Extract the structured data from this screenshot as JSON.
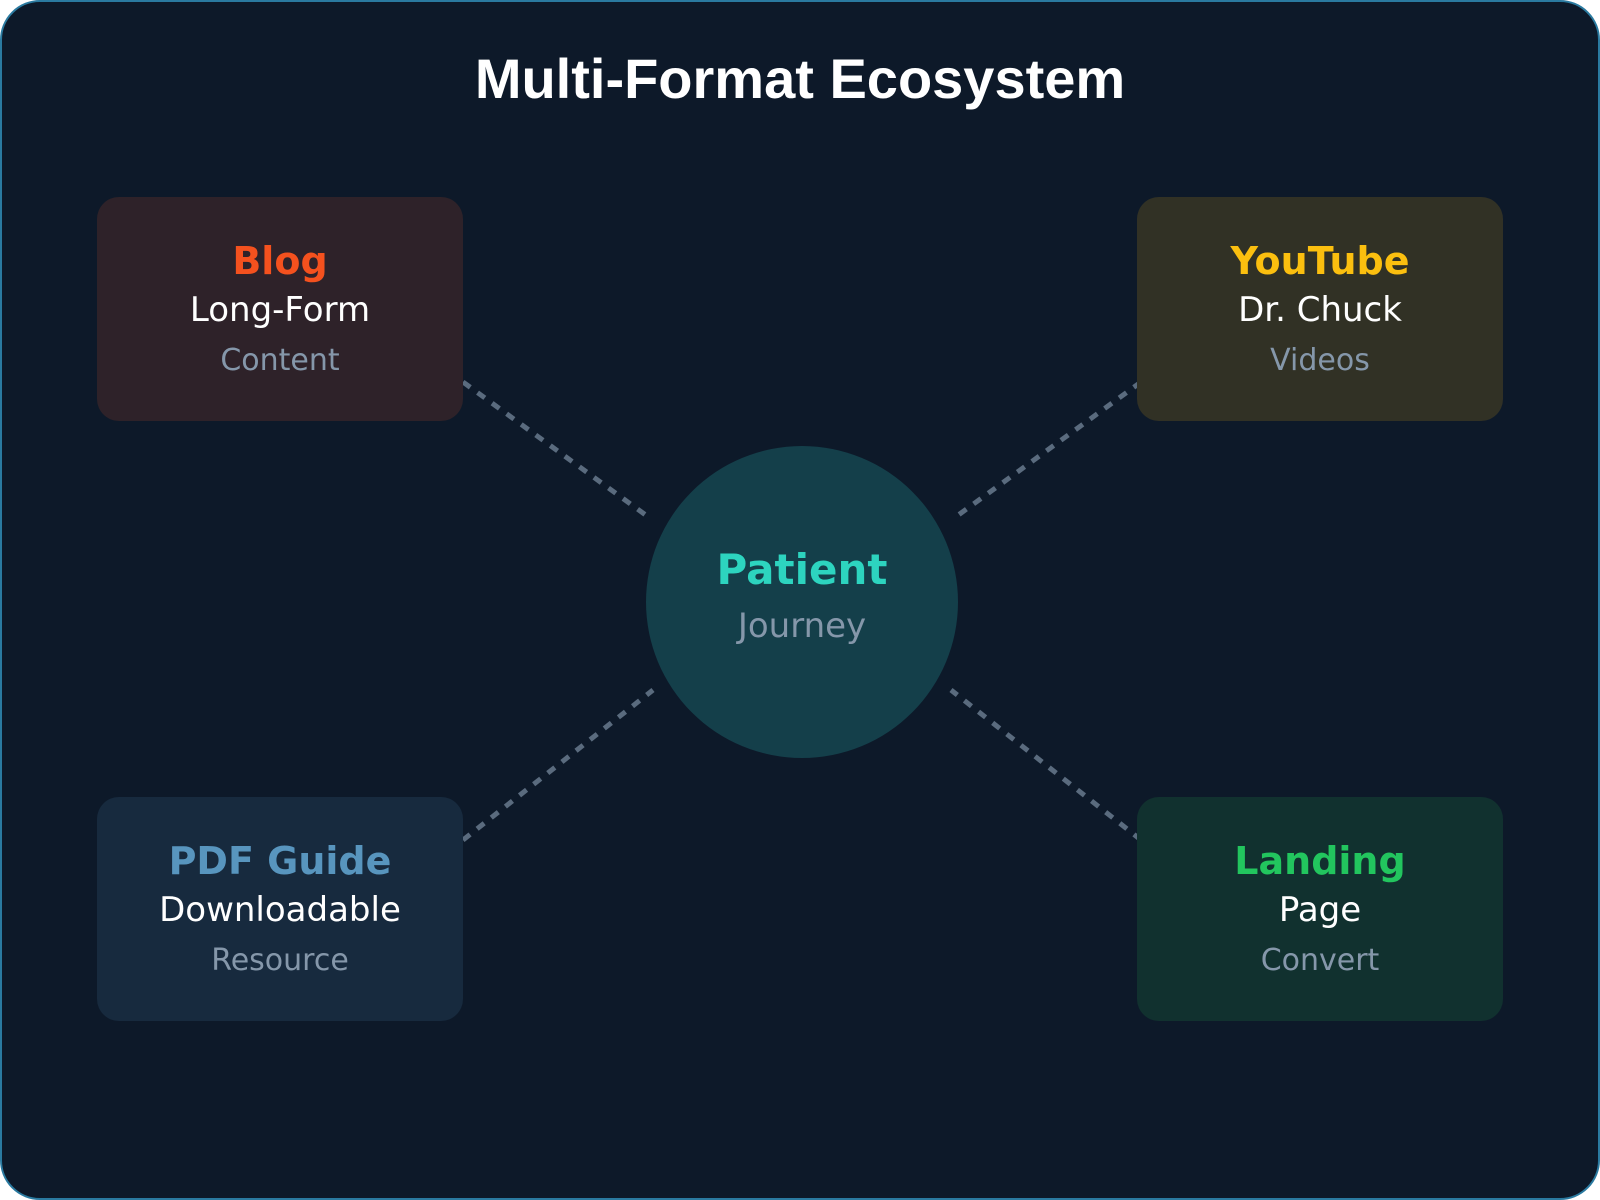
{
  "title": "Multi-Format Ecosystem",
  "hub": {
    "title": "Patient",
    "subtitle": "Journey",
    "title_color": "#2dd4bf",
    "fill": "#143f4a"
  },
  "nodes": [
    {
      "id": "blog",
      "title": "Blog",
      "line1": "Long-Form",
      "line2": "Content",
      "title_color": "#f4511e",
      "fill": "#2e2229",
      "position": "top-left"
    },
    {
      "id": "youtube",
      "title": "YouTube",
      "line1": "Dr. Chuck",
      "line2": "Videos",
      "title_color": "#fbbf0f",
      "fill": "#313125",
      "position": "top-right"
    },
    {
      "id": "pdf",
      "title": "PDF Guide",
      "line1": "Downloadable",
      "line2": "Resource",
      "title_color": "#5895be",
      "fill": "#172a3e",
      "position": "bottom-left"
    },
    {
      "id": "landing",
      "title": "Landing",
      "line1": "Page",
      "line2": "Convert",
      "title_color": "#22c55e",
      "fill": "#11312f",
      "position": "bottom-right"
    }
  ],
  "connector_color": "#5a6b7e",
  "frame_border_color": "#2a7aa0",
  "background": "#0d1929"
}
